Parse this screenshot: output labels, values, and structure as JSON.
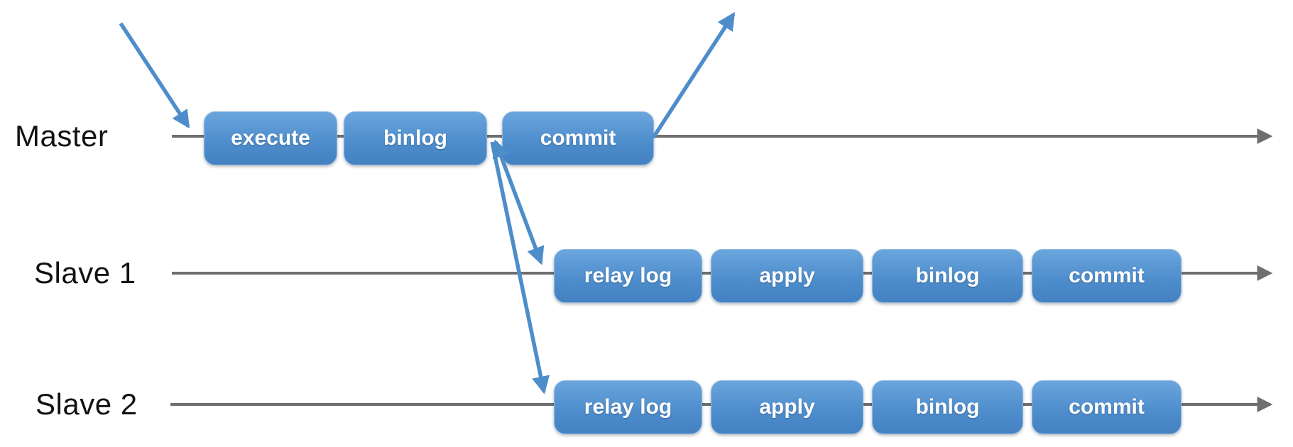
{
  "diagram": {
    "description": "MySQL master-slave replication timeline diagram",
    "colors": {
      "box_blue_top": "#6aa5dd",
      "box_blue_bottom": "#4381c2",
      "arrow_blue": "#4d8dca",
      "timeline_gray": "#6f6f6f",
      "label_black": "#121212",
      "box_text_white": "#ffffff"
    },
    "rows": [
      {
        "label": "Master",
        "boxes": [
          {
            "label": "execute"
          },
          {
            "label": "binlog"
          },
          {
            "label": "commit"
          }
        ]
      },
      {
        "label": "Slave 1",
        "boxes": [
          {
            "label": "relay log"
          },
          {
            "label": "apply"
          },
          {
            "label": "binlog"
          },
          {
            "label": "commit"
          }
        ]
      },
      {
        "label": "Slave 2",
        "boxes": [
          {
            "label": "relay log"
          },
          {
            "label": "apply"
          },
          {
            "label": "binlog"
          },
          {
            "label": "commit"
          }
        ]
      }
    ],
    "arrows": [
      {
        "name": "client-request-arrow",
        "from": "client",
        "to": "master-timeline-start"
      },
      {
        "name": "commit-response-arrow",
        "from": "master-commit",
        "to": "client"
      },
      {
        "name": "binlog-to-slave1-arrow",
        "from": "master-binlog",
        "to": "slave1-relay-log",
        "double_headed": true
      },
      {
        "name": "binlog-to-slave2-arrow",
        "from": "master-binlog",
        "to": "slave2-relay-log",
        "double_headed": false
      }
    ]
  }
}
